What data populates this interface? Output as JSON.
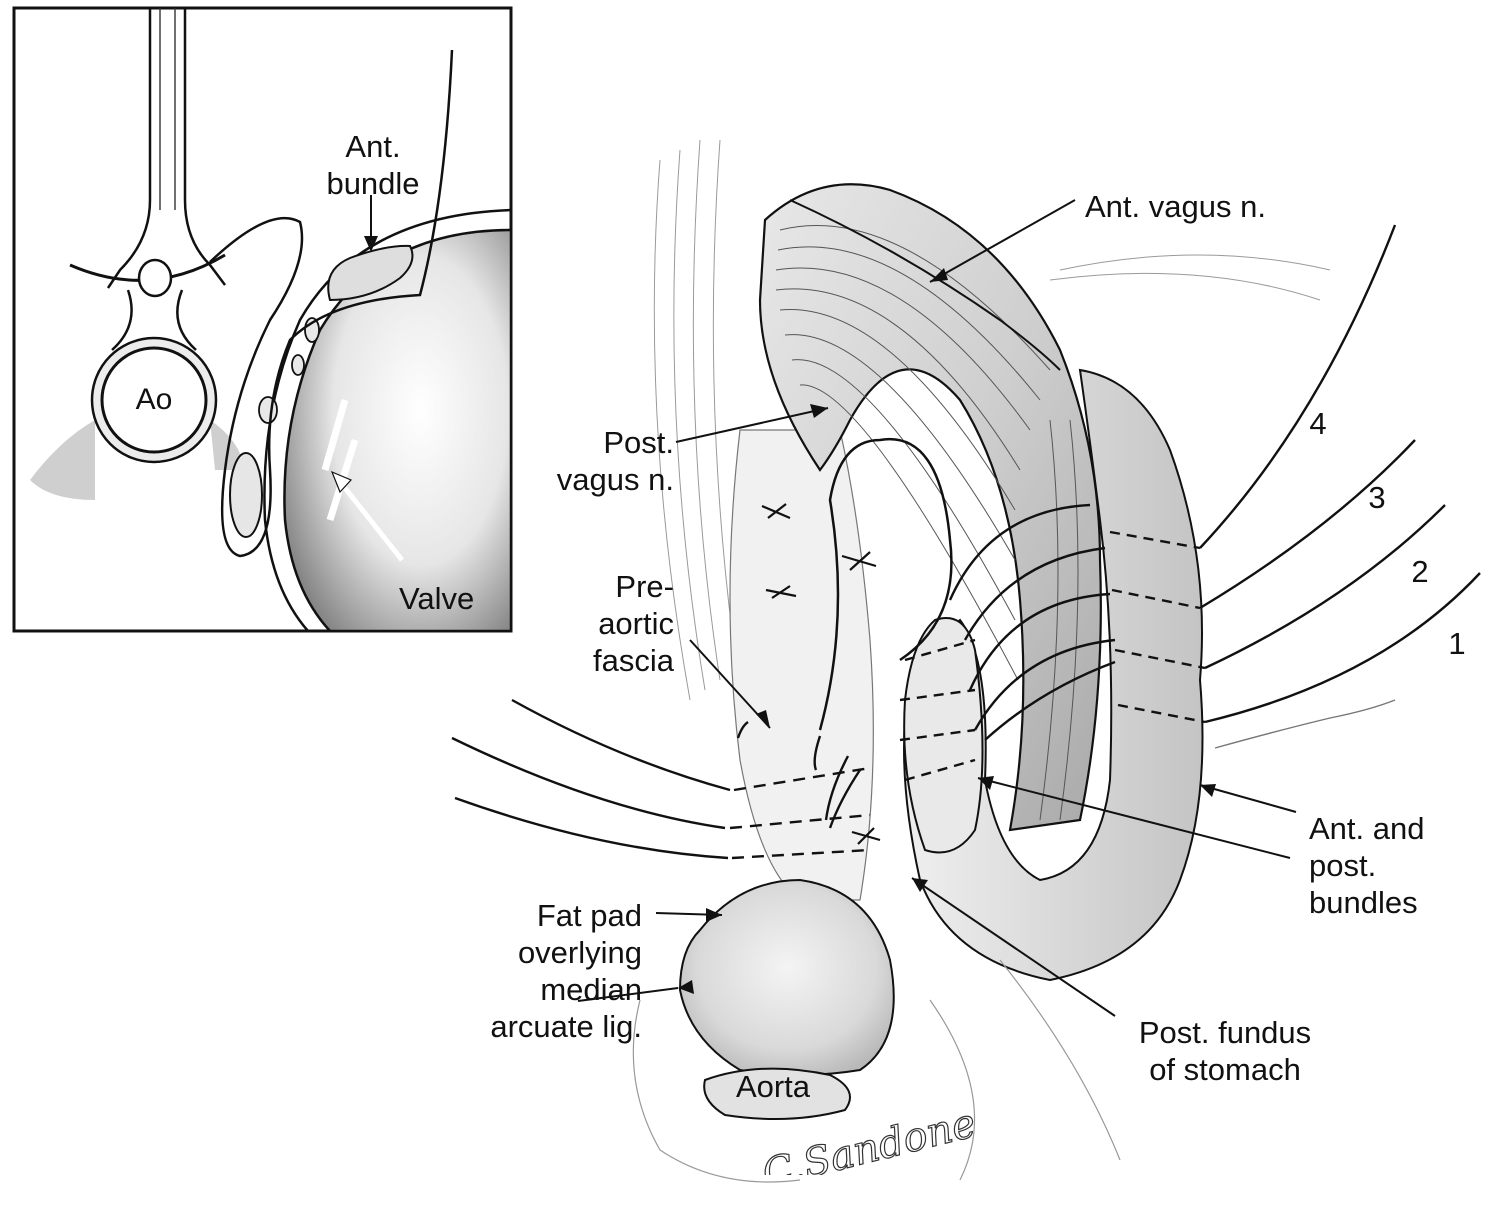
{
  "inset": {
    "labels": {
      "ant_bundle": "Ant.\nbundle",
      "ao": "Ao",
      "valve": "Valve"
    }
  },
  "main": {
    "labels": {
      "ant_vagus": "Ant. vagus n.",
      "post_vagus": "Post.\nvagus n.",
      "pre_aortic_fascia": "Pre-\naortic\nfascia",
      "fat_pad": "Fat pad\noverlying\nmedian\narcuate lig.",
      "aorta": "Aorta",
      "ant_post_bundles": "Ant. and\npost.\nbundles",
      "post_fundus": "Post. fundus\nof stomach",
      "suture_4": "4",
      "suture_3": "3",
      "suture_2": "2",
      "suture_1": "1"
    },
    "signature": "C. Sandone"
  },
  "colors": {
    "ink": "#111111",
    "shade": "#8a8a8a",
    "paper": "#ffffff"
  }
}
